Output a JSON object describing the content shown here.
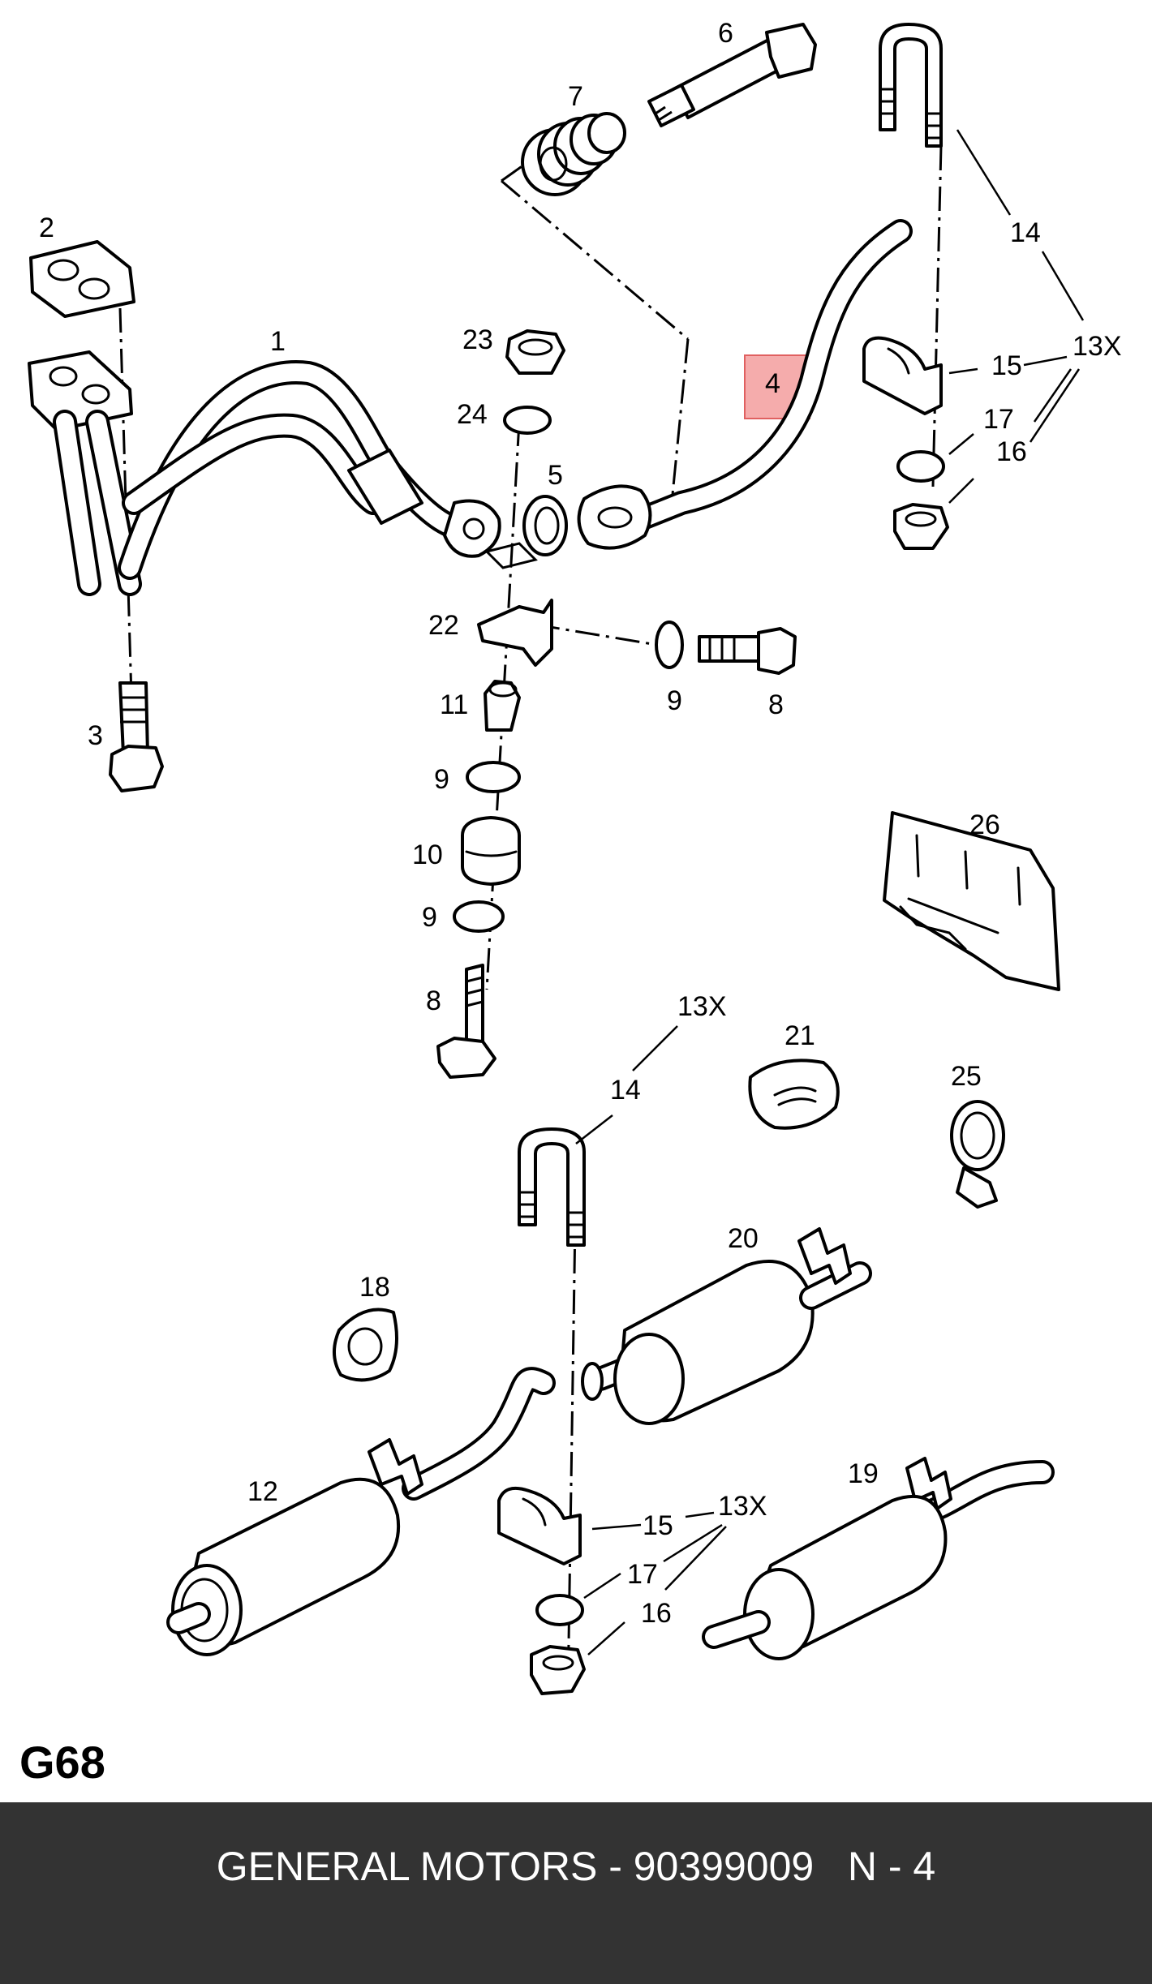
{
  "diagram": {
    "code": "G68",
    "highlighted_callout": "4",
    "highlight_color": "#f08080",
    "callouts": [
      {
        "id": "c1",
        "label": "1"
      },
      {
        "id": "c2",
        "label": "2"
      },
      {
        "id": "c3",
        "label": "3"
      },
      {
        "id": "c4",
        "label": "4"
      },
      {
        "id": "c5",
        "label": "5"
      },
      {
        "id": "c6",
        "label": "6"
      },
      {
        "id": "c7",
        "label": "7"
      },
      {
        "id": "c8a",
        "label": "8"
      },
      {
        "id": "c8b",
        "label": "8"
      },
      {
        "id": "c9a",
        "label": "9"
      },
      {
        "id": "c9b",
        "label": "9"
      },
      {
        "id": "c9c",
        "label": "9"
      },
      {
        "id": "c10",
        "label": "10"
      },
      {
        "id": "c11",
        "label": "11"
      },
      {
        "id": "c12",
        "label": "12"
      },
      {
        "id": "c13xa",
        "label": "13X"
      },
      {
        "id": "c13xb",
        "label": "13X"
      },
      {
        "id": "c13xc",
        "label": "13X"
      },
      {
        "id": "c14a",
        "label": "14"
      },
      {
        "id": "c14b",
        "label": "14"
      },
      {
        "id": "c15a",
        "label": "15"
      },
      {
        "id": "c15b",
        "label": "15"
      },
      {
        "id": "c16a",
        "label": "16"
      },
      {
        "id": "c16b",
        "label": "16"
      },
      {
        "id": "c17a",
        "label": "17"
      },
      {
        "id": "c17b",
        "label": "17"
      },
      {
        "id": "c18",
        "label": "18"
      },
      {
        "id": "c19",
        "label": "19"
      },
      {
        "id": "c20",
        "label": "20"
      },
      {
        "id": "c21",
        "label": "21"
      },
      {
        "id": "c22",
        "label": "22"
      },
      {
        "id": "c23",
        "label": "23"
      },
      {
        "id": "c24",
        "label": "24"
      },
      {
        "id": "c25",
        "label": "25"
      },
      {
        "id": "c26",
        "label": "26"
      }
    ]
  },
  "footer": {
    "text": "GENERAL MOTORS - 90399009   N - 4",
    "background": "#333333",
    "color": "#ffffff"
  }
}
